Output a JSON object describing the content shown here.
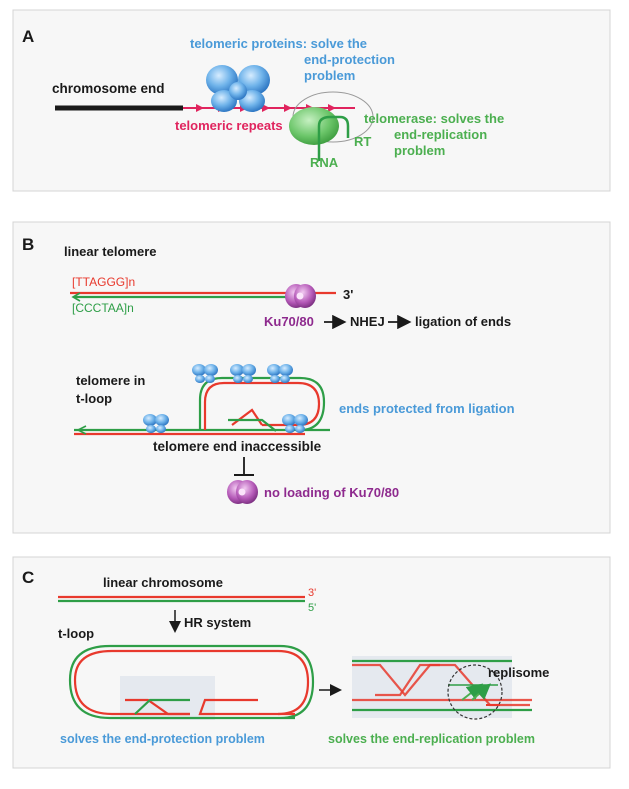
{
  "panel_a": {
    "letter": "A",
    "chromosome_end": "chromosome end",
    "telomeric_proteins": [
      "telomeric proteins: solve the",
      "end-protection",
      "problem"
    ],
    "telomeric_repeats": "telomeric repeats",
    "telomerase": [
      "telomerase: solves the",
      "end-replication",
      "problem"
    ],
    "rt": "RT",
    "rna": "RNA"
  },
  "panel_b": {
    "letter": "B",
    "linear_telomere": "linear telomere",
    "ttaggg": "[TTAGGG]n",
    "ccctaa": "[CCCTAA]n",
    "three_prime": "3'",
    "ku": "Ku70/80",
    "nhej": "NHEJ",
    "ligation": "ligation of ends",
    "telomere_in": "telomere in",
    "t_loop": "t-loop",
    "ends_protected": "ends protected from ligation",
    "inaccessible": "telomere end inaccessible",
    "no_loading": "no loading of Ku70/80"
  },
  "panel_c": {
    "letter": "C",
    "linear_chromosome": "linear chromosome",
    "three_prime": "3'",
    "five_prime": "5'",
    "hr_system": "HR system",
    "t_loop": "t-loop",
    "replisome": "replisome",
    "end_protection": "solves the end-protection problem",
    "end_replication": "solves the end-replication problem"
  },
  "colors": {
    "red": "#e8392d",
    "green": "#2e9e47",
    "pink": "#e0245e",
    "blue_text": "#4a9ad8",
    "green_text": "#4caf50",
    "purple": "#8e2a8e",
    "black": "#1a1a1a"
  }
}
